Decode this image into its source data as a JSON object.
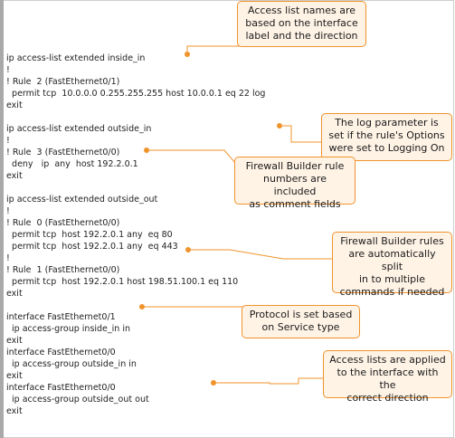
{
  "config_lines": [
    "ip access-list extended inside_in",
    "!",
    "! Rule  2 (FastEthernet0/1)",
    "  permit tcp  10.0.0.0 0.255.255.255 host 10.0.0.1 eq 22 log",
    "exit",
    "",
    "ip access-list extended outside_in",
    "!",
    "! Rule  3 (FastEthernet0/0)",
    "  deny   ip  any  host 192.2.0.1",
    "exit",
    "",
    "ip access-list extended outside_out",
    "!",
    "! Rule  0 (FastEthernet0/0)",
    "  permit tcp  host 192.2.0.1 any  eq 80",
    "  permit tcp  host 192.2.0.1 any  eq 443",
    "!",
    "! Rule  1 (FastEthernet0/0)",
    "  permit tcp  host 192.2.0.1 host 198.51.100.1 eq 110",
    "exit",
    "",
    "interface FastEthernet0/1",
    "  ip access-group inside_in in",
    "exit",
    "interface FastEthernet0/0",
    "  ip access-group outside_in in",
    "exit",
    "interface FastEthernet0/0",
    "  ip access-group outside_out out",
    "exit"
  ],
  "callouts": {
    "acl_names": "Access list names are\nbased on the interface\nlabel and the direction",
    "log_param": "The log parameter is\nset if the rule's Options\nwere set to Logging On",
    "rule_numbers": "Firewall Builder rule\nnumbers are included\nas comment fields",
    "split_rules": "Firewall Builder rules\nare automatically split\nin to multiple\ncommands if needed",
    "protocol": "Protocol is set based\non Service type",
    "applied": "Access lists are applied\nto the interface with the\ncorrect direction"
  },
  "colors": {
    "accent": "#f0932b",
    "callout_fill": "#fff3e6",
    "text": "#222222"
  }
}
